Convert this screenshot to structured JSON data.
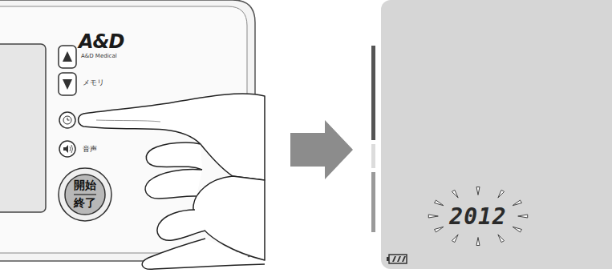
{
  "diagram": {
    "nodes": [
      {
        "text": [
          "開始",
          "終了"
        ]
      },
      {
        "text": [
          "2012"
        ]
      }
    ],
    "labels": [
      "A&D",
      "A&D Medical",
      "メモリ",
      "音声"
    ]
  }
}
